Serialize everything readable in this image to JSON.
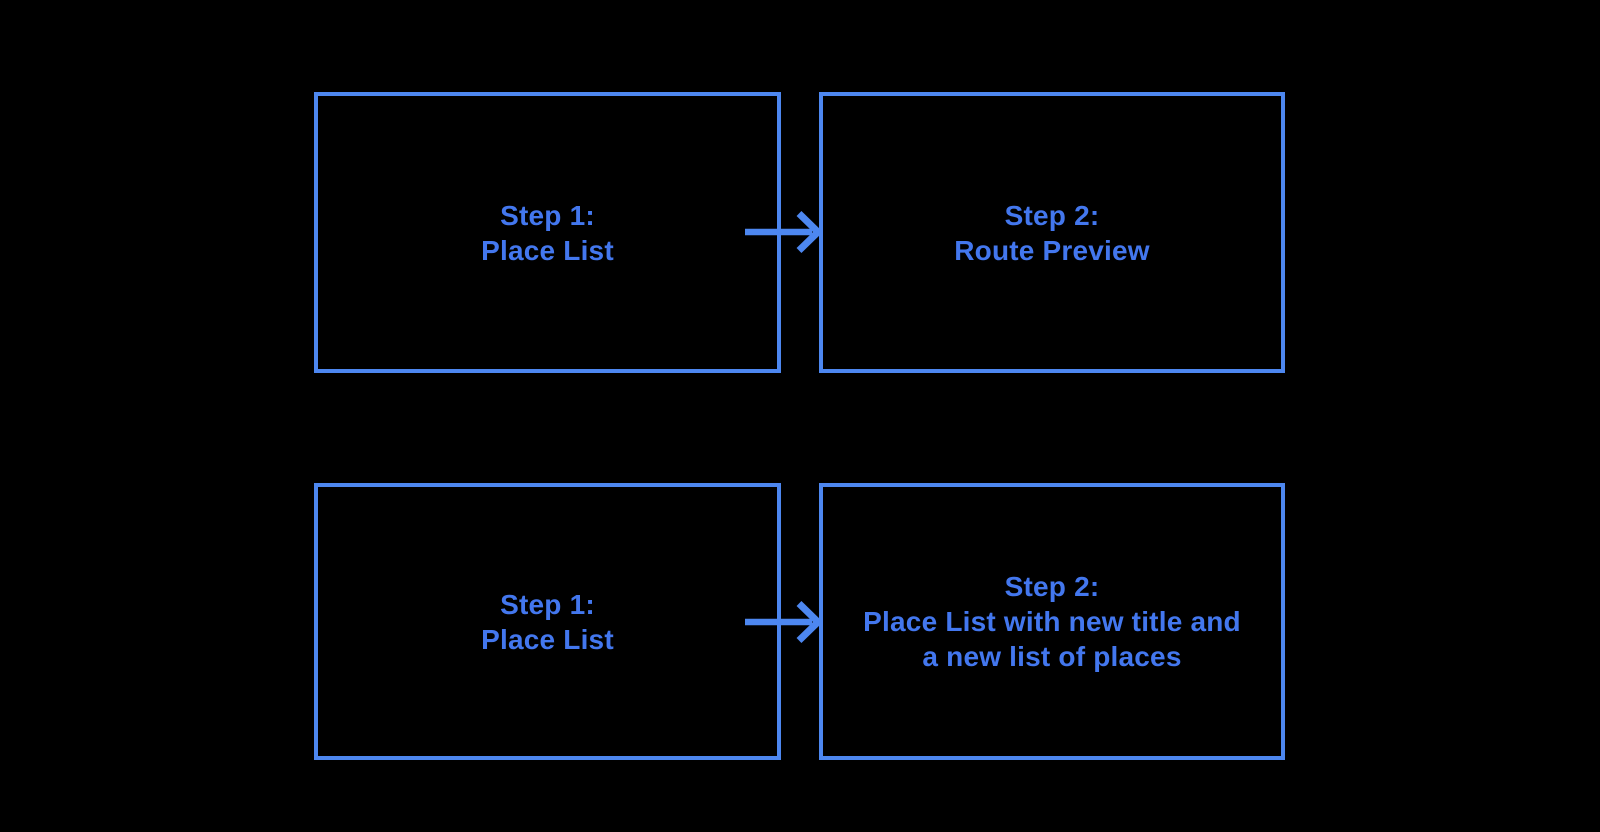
{
  "colors": {
    "background": "#000000",
    "box_border": "#4D87F0",
    "box_text": "#4377EE",
    "arrow": "#4D87F0"
  },
  "flows": {
    "top": {
      "from_label": "Step 1:\nPlace List",
      "to_label": "Step 2:\nRoute Preview"
    },
    "bottom": {
      "from_label": "Step 1:\nPlace List",
      "to_label": "Step 2:\nPlace List with new title and\na new list of places"
    }
  }
}
